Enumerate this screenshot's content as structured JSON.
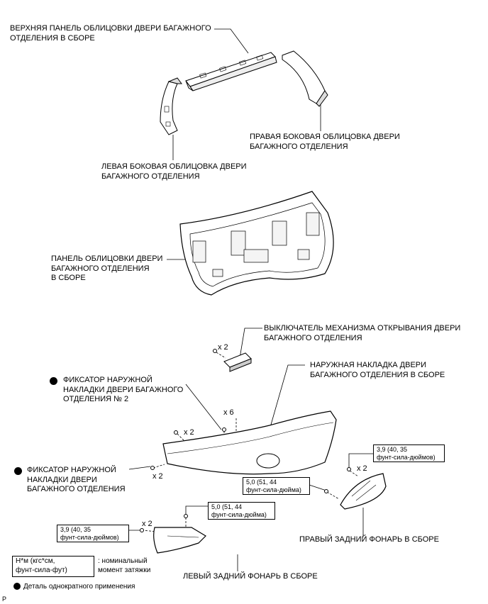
{
  "labels": {
    "upper_panel": "ВЕРХНЯЯ ПАНЕЛЬ ОБЛИЦОВКИ ДВЕРИ БАГАЖНОГО\nОТДЕЛЕНИЯ В СБОРЕ",
    "right_side_trim": "ПРАВАЯ БОКОВАЯ ОБЛИЦОВКА ДВЕРИ\nБАГАЖНОГО ОТДЕЛЕНИЯ",
    "left_side_trim": "ЛЕВАЯ БОКОВАЯ ОБЛИЦОВКА ДВЕРИ\nБАГАЖНОГО ОТДЕЛЕНИЯ",
    "door_trim_panel": "ПАНЕЛЬ ОБЛИЦОВКИ ДВЕРИ\nБАГАЖНОГО ОТДЕЛЕНИЯ\nВ СБОРЕ",
    "opener_switch": "ВЫКЛЮЧАТЕЛЬ МЕХАНИЗМА ОТКРЫВАНИЯ ДВЕРИ\nБАГАЖНОГО ОТДЕЛЕНИЯ",
    "outer_garnish": "НАРУЖНАЯ НАКЛАДКА ДВЕРИ\nБАГАЖНОГО ОТДЕЛЕНИЯ В СБОРЕ",
    "garnish_clip_2": "ФИКСАТОР НАРУЖНОЙ\nНАКЛАДКИ ДВЕРИ БАГАЖНОГО\nОТДЕЛЕНИЯ № 2",
    "garnish_clip": "ФИКСАТОР НАРУЖНОЙ\nНАКЛАДКИ ДВЕРИ\nБАГАЖНОГО ОТДЕЛЕНИЯ",
    "right_lamp": "ПРАВЫЙ ЗАДНИЙ ФОНАРЬ В СБОРЕ",
    "left_lamp": "ЛЕВЫЙ ЗАДНИЙ ФОНАРЬ В СБОРЕ"
  },
  "quantities": {
    "switch_screws": "x 2",
    "clips_x6": "x 6",
    "garnish_left_top": "x 2",
    "garnish_left_bottom": "x 2",
    "right_lamp_screws": "x 2",
    "left_lamp_screws": "x 2"
  },
  "torques": {
    "right_lamp_39": "3,9 (40, 35\nфунт-сила-дюймов)",
    "right_lamp_50": "5,0 (51, 44\nфунт-сила-дюйма)",
    "left_lamp_50": "5,0 (51, 44\nфунт-сила-дюйма)",
    "left_lamp_39": "3,9 (40, 35\nфунт-сила-дюймов)"
  },
  "legend": {
    "torque_unit": "Н*м (кгс*см,\nфунт-сила-фут)",
    "torque_desc": ": номинальный\nмомент затяжки",
    "single_use": "Деталь однократного применения"
  },
  "corner_mark": "P"
}
